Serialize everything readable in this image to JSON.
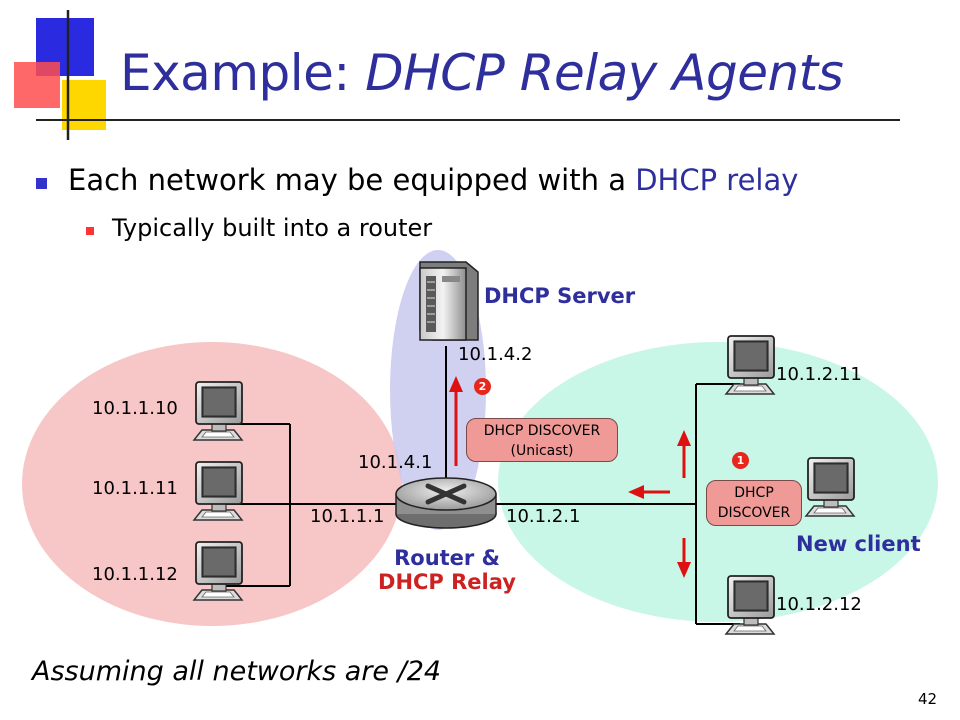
{
  "title": {
    "prefix": "Example: ",
    "emphasis": "DHCP Relay Agents"
  },
  "bullets": {
    "main_prefix": "Each network may be equipped with a ",
    "main_highlight": "DHCP relay",
    "sub": "Typically built into a router"
  },
  "labels": {
    "server": "DHCP Server",
    "router_line1": "Router &",
    "router_line2": "DHCP Relay",
    "new_client": "New client"
  },
  "ips": {
    "h1": "10.1.1.10",
    "h2": "10.1.1.11",
    "h3": "10.1.1.12",
    "router_left": "10.1.1.1",
    "router_top": "10.1.4.1",
    "router_right": "10.1.2.1",
    "server": "10.1.4.2",
    "c1": "10.1.2.11",
    "c2": "10.1.2.12"
  },
  "messages": {
    "relay_line1": "DHCP DISCOVER",
    "relay_line2": "(Unicast)",
    "client_line1": "DHCP",
    "client_line2": "DISCOVER"
  },
  "steps": {
    "one": "1",
    "two": "2"
  },
  "footnote": "Assuming all networks are /24",
  "page_number": "42",
  "colors": {
    "title": "#2e2e9c",
    "net_left": "#f7c6c6",
    "net_right": "#c8f7e8",
    "net_top": "#c8c8ee",
    "arrow": "#dd1111",
    "message_box": "#ef9a96"
  },
  "icons": {
    "logo": "corner-squares-logo",
    "server": "server-tower-icon",
    "router": "router-icon",
    "host": "computer-monitor-icon"
  }
}
